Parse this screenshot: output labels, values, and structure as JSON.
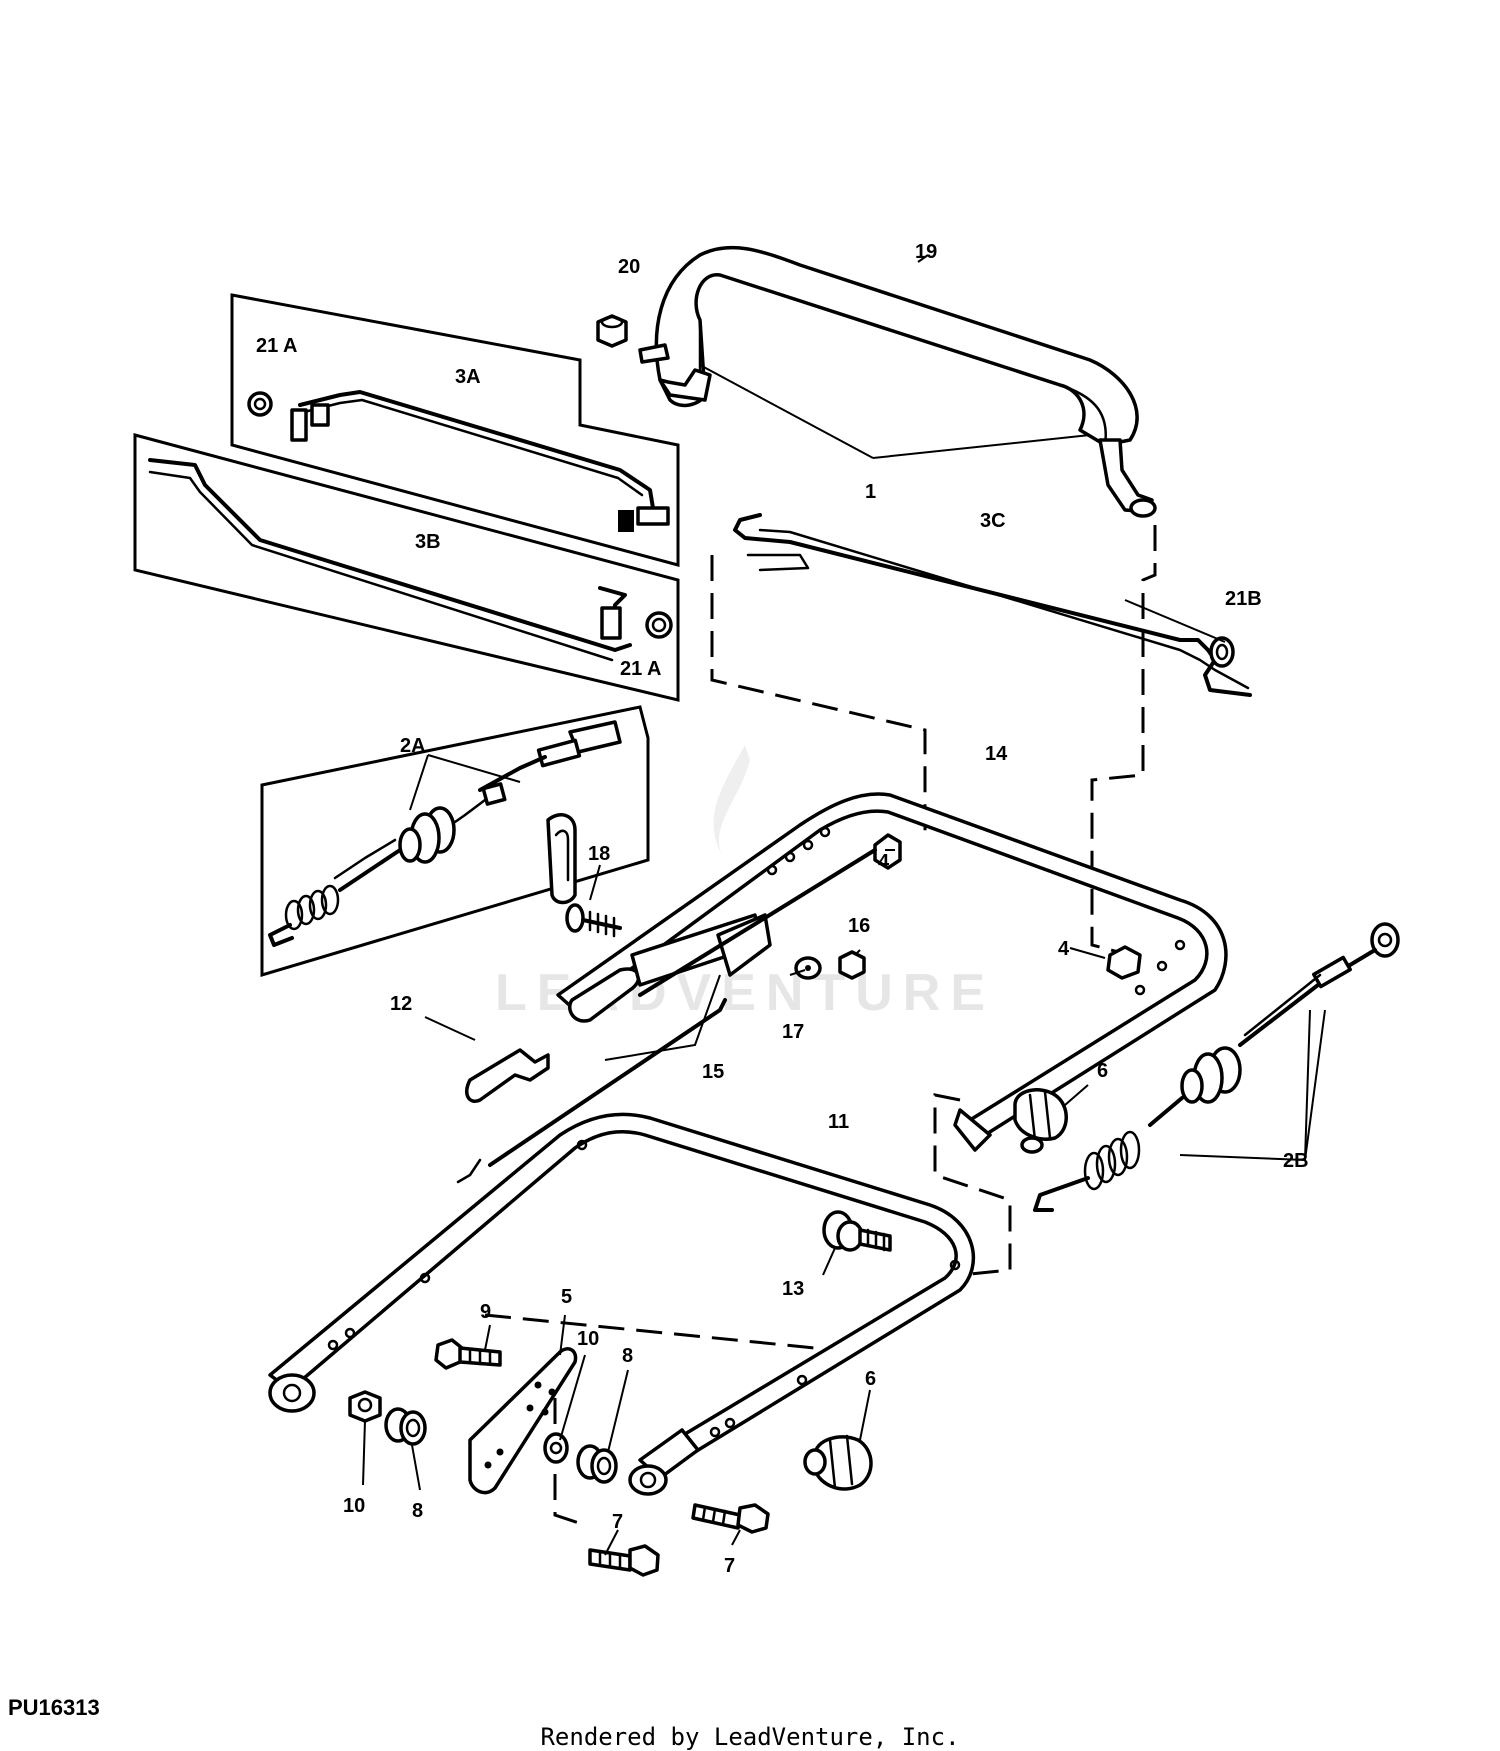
{
  "watermark": "LEADVENTURE",
  "figure_id": "PU16313",
  "credit": "Rendered by LeadVenture, Inc.",
  "callouts": {
    "c1": "1",
    "c2A": "2A",
    "c2B": "2B",
    "c3A": "3A",
    "c3B": "3B",
    "c3C": "3C",
    "c4a": "4",
    "c4b": "4",
    "c5": "5",
    "c6a": "6",
    "c6b": "6",
    "c7a": "7",
    "c7b": "7",
    "c8a": "8",
    "c8b": "8",
    "c9": "9",
    "c10a": "10",
    "c10b": "10",
    "c11": "11",
    "c12": "12",
    "c13": "13",
    "c14": "14",
    "c15": "15",
    "c16": "16",
    "c17": "17",
    "c18": "18",
    "c19": "19",
    "c20": "20",
    "c21Aa": "21 A",
    "c21Ab": "21 A",
    "c21B": "21B"
  }
}
